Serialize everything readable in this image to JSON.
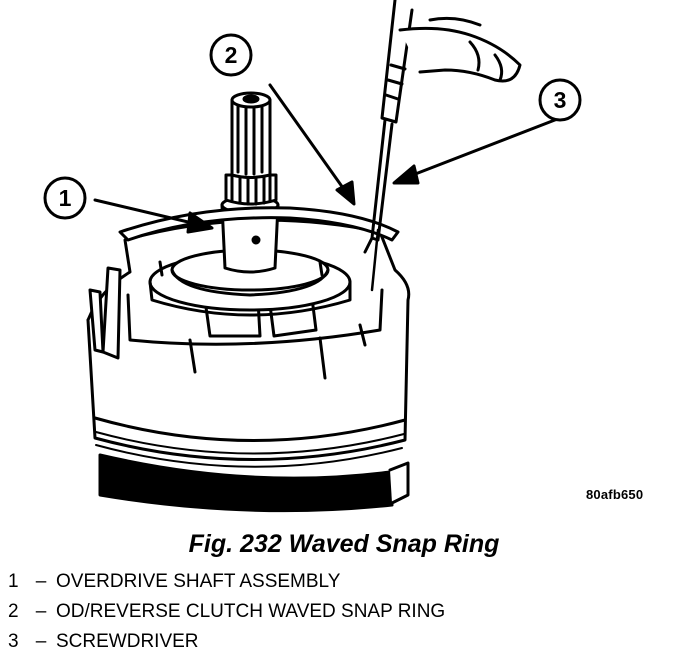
{
  "figure": {
    "ref_code": "80afb650",
    "caption": "Fig. 232 Waved Snap Ring",
    "callouts": [
      "1",
      "2",
      "3"
    ]
  },
  "legend": [
    {
      "num": "1",
      "sep": "–",
      "label": "OVERDRIVE SHAFT ASSEMBLY"
    },
    {
      "num": "2",
      "sep": "–",
      "label": "OD/REVERSE CLUTCH WAVED SNAP RING"
    },
    {
      "num": "3",
      "sep": "–",
      "label": "SCREWDRIVER"
    }
  ],
  "colors": {
    "ink": "#000000",
    "paper": "#ffffff"
  }
}
